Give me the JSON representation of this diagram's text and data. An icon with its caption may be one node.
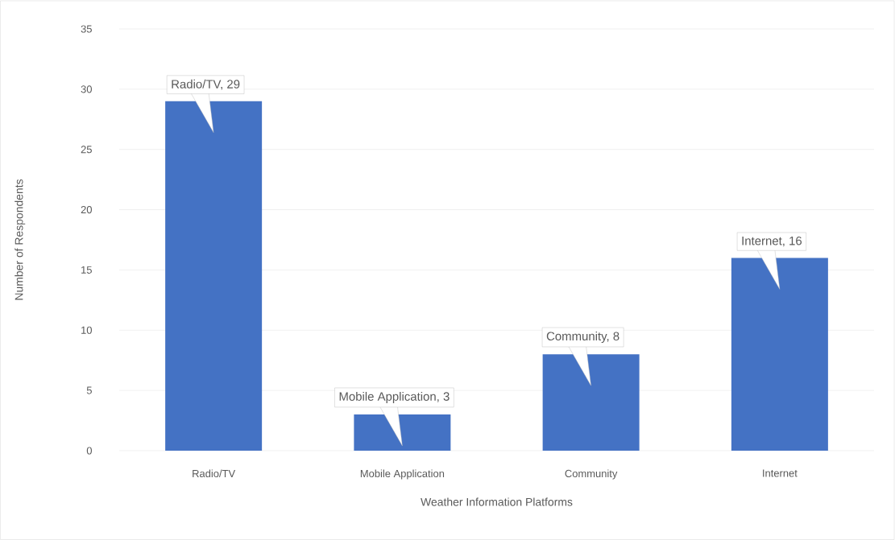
{
  "diagram": {
    "chart_data": {
      "type": "bar",
      "grid": true,
      "xlabel": "Weather Information Platforms",
      "ylabel": "Number of Respondents",
      "categories": [
        "Radio/TV",
        "Mobile Application",
        "Community",
        "Internet"
      ],
      "series": [
        {
          "color": "#4472c4",
          "values": [
            29,
            3,
            8,
            16
          ]
        }
      ],
      "ylim": [
        0,
        35
      ],
      "yticks": [
        0,
        5,
        10,
        15,
        20,
        25,
        30,
        35
      ],
      "value_labels": [
        "Radio/TV, 29",
        "Mobile Application, 3",
        "Community, 8",
        "Internet, 16"
      ]
    }
  }
}
